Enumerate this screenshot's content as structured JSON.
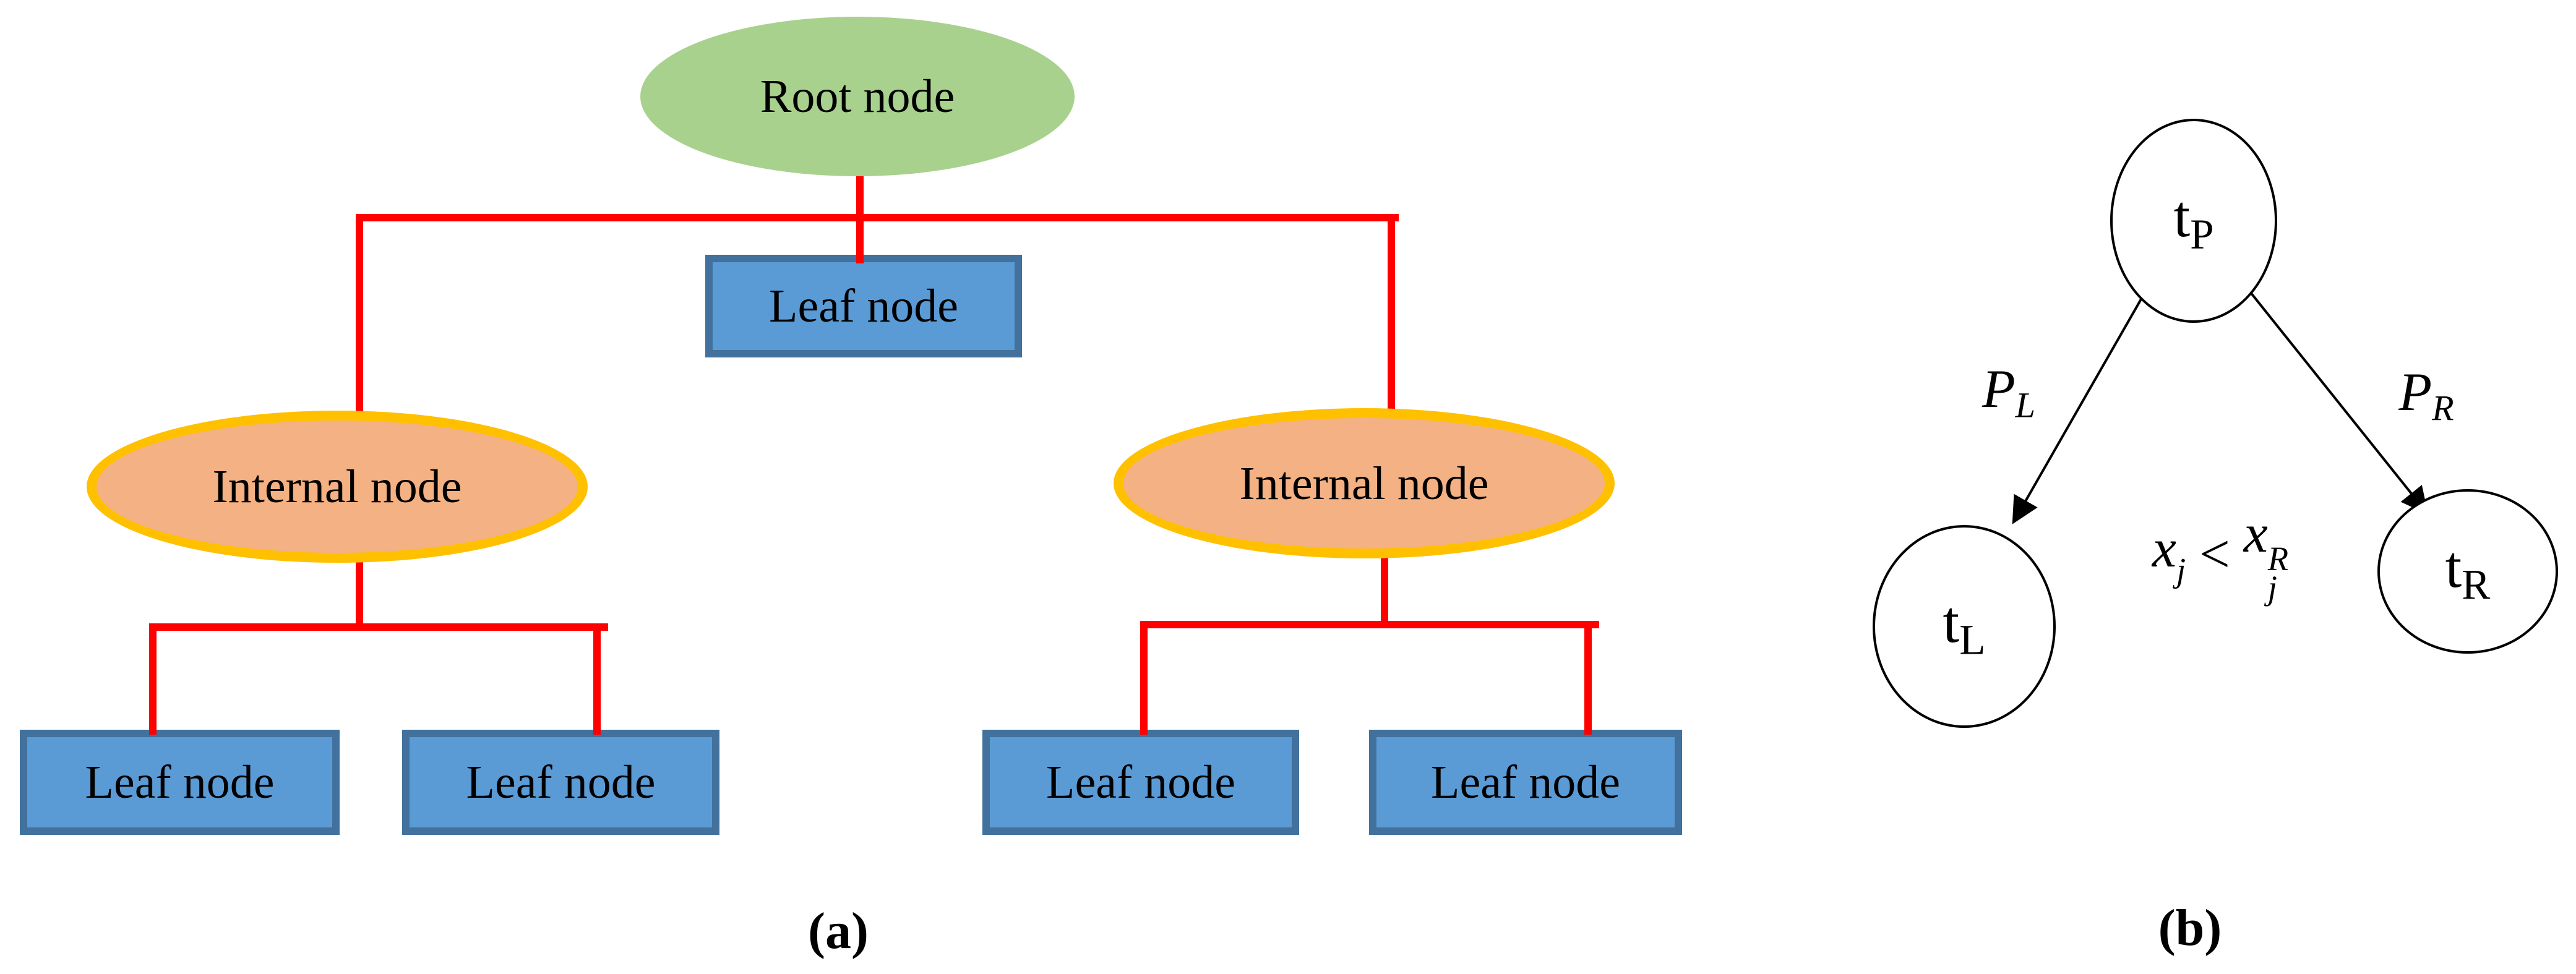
{
  "figure": {
    "colors": {
      "connector-red": "#FF0000",
      "root-fill": "#A9D18E",
      "internal-fill": "#F4B183",
      "internal-border": "#FFC000",
      "leaf-fill": "#5B9BD5",
      "leaf-border": "#41719C",
      "outline": "#000000"
    },
    "panel_a": {
      "caption": "(a)",
      "root_label": "Root node",
      "internal_left_label": "Internal node",
      "internal_right_label": "Internal node",
      "leaf_top_label": "Leaf node",
      "leaf_1_label": "Leaf node",
      "leaf_2_label": "Leaf node",
      "leaf_3_label": "Leaf node",
      "leaf_4_label": "Leaf node"
    },
    "panel_b": {
      "caption": "(b)",
      "parent_node": {
        "base": "t",
        "sub": "P"
      },
      "left_node": {
        "base": "t",
        "sub": "L"
      },
      "right_node": {
        "base": "t",
        "sub": "R"
      },
      "left_branch_label": {
        "base": "P",
        "sub": "L"
      },
      "right_branch_label": {
        "base": "P",
        "sub": "R"
      },
      "split_condition": {
        "lhs_base": "x",
        "lhs_sub": "j",
        "operator": "<",
        "rhs_base": "x",
        "rhs_sup": "R",
        "rhs_sub": "j"
      }
    }
  }
}
